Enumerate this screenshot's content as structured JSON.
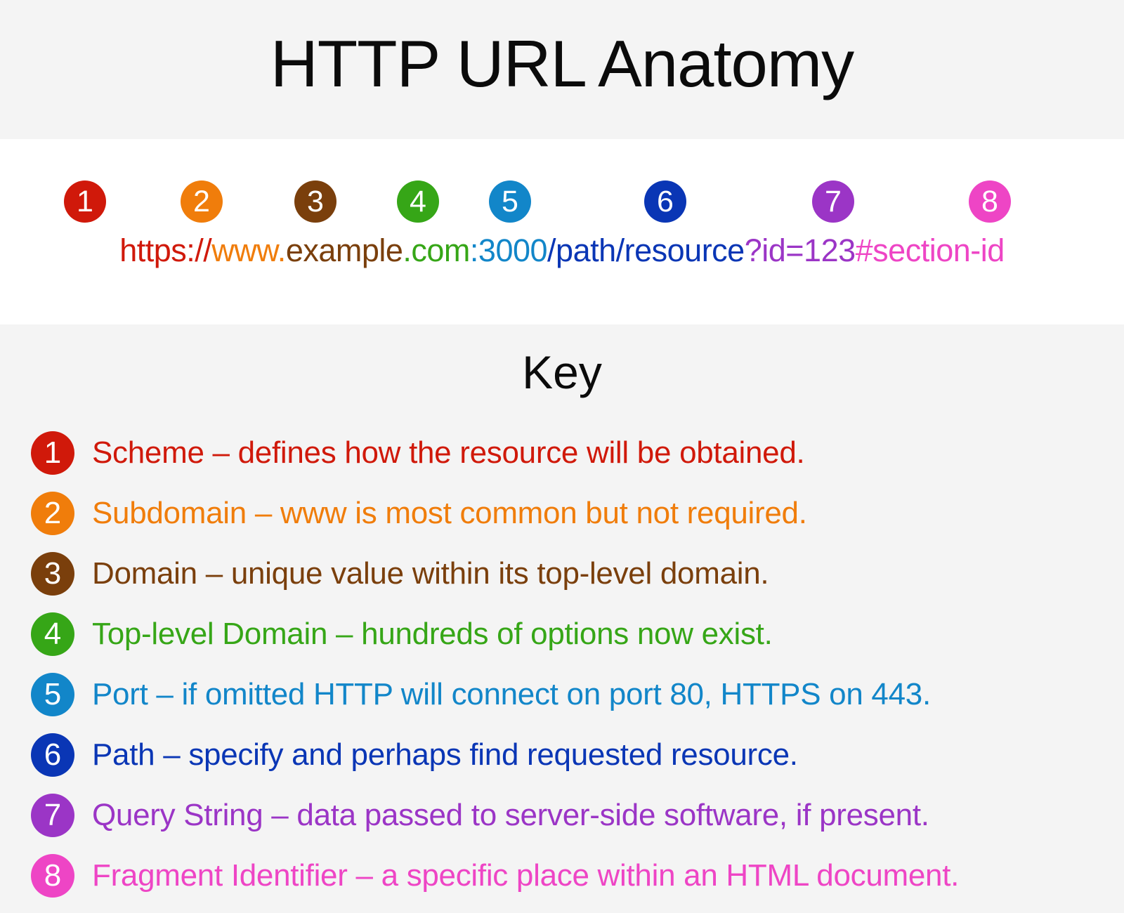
{
  "title": "HTTP URL Anatomy",
  "url_parts": [
    {
      "number": "1",
      "text": "https://",
      "color": "#d0190a"
    },
    {
      "number": "2",
      "text": "www.",
      "color": "#f07d0b"
    },
    {
      "number": "3",
      "text": "example",
      "color": "#7a3f0c"
    },
    {
      "number": "4",
      "text": ".com",
      "color": "#36a617"
    },
    {
      "number": "5",
      "text": ":3000",
      "color": "#1286c9"
    },
    {
      "number": "6",
      "text": "/path/resource",
      "color": "#0a36b5"
    },
    {
      "number": "7",
      "text": "?id=123",
      "color": "#9b35c6"
    },
    {
      "number": "8",
      "text": "#section-id",
      "color": "#ee45c5"
    }
  ],
  "key": {
    "title": "Key",
    "items": [
      {
        "number": "1",
        "text": "Scheme – defines how the resource will be obtained.",
        "color": "#d0190a"
      },
      {
        "number": "2",
        "text": "Subdomain – www is most common but not required.",
        "color": "#f07d0b"
      },
      {
        "number": "3",
        "text": "Domain – unique value within its top-level domain.",
        "color": "#7a3f0c"
      },
      {
        "number": "4",
        "text": "Top-level Domain – hundreds of options now exist.",
        "color": "#36a617"
      },
      {
        "number": "5",
        "text": "Port – if omitted HTTP will connect on port 80, HTTPS on 443.",
        "color": "#1286c9"
      },
      {
        "number": "6",
        "text": "Path – specify and perhaps find requested resource.",
        "color": "#0a36b5"
      },
      {
        "number": "7",
        "text": "Query String – data passed to server-side software, if present.",
        "color": "#9b35c6"
      },
      {
        "number": "8",
        "text": "Fragment Identifier – a specific place within an HTML document.",
        "color": "#ee45c5"
      }
    ]
  }
}
